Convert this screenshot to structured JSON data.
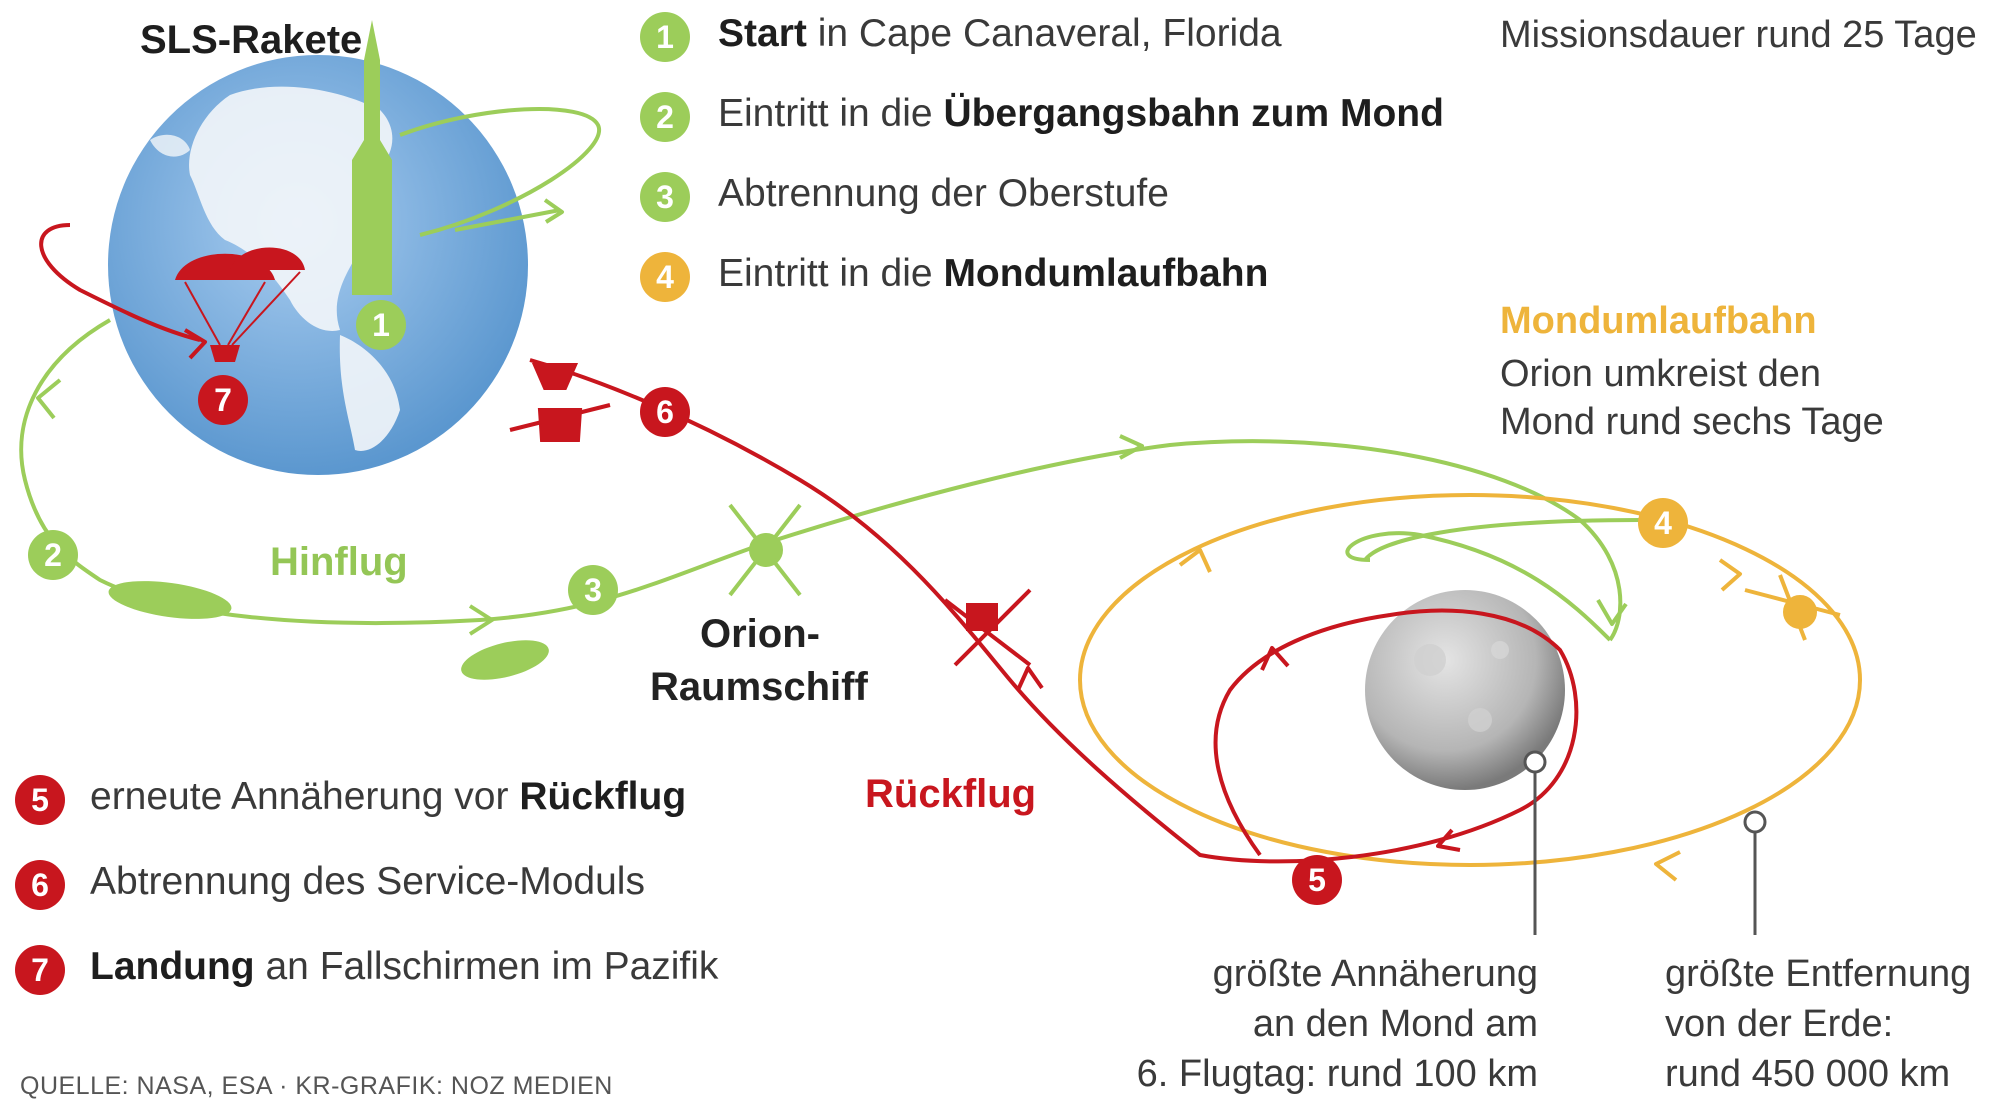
{
  "header": {
    "rocket_label": "SLS-Rakete",
    "mission_duration": "Missionsdauer rund 25 Tage"
  },
  "legend_top": [
    {
      "num": "1",
      "bold_first": true,
      "bold": "Start",
      "text": " in Cape Canaveral, Florida"
    },
    {
      "num": "2",
      "bold_first": false,
      "text": "Eintritt in die ",
      "bold": "Übergangsbahn zum Mond"
    },
    {
      "num": "3",
      "bold_first": false,
      "text": "Abtrennung der Oberstufe",
      "bold": ""
    },
    {
      "num": "4",
      "bold_first": false,
      "text": "Eintritt in die ",
      "bold": "Mondumlaufbahn"
    }
  ],
  "legend_bottom": [
    {
      "num": "5",
      "bold_first": false,
      "text": "erneute Annäherung vor ",
      "bold": "Rückflug"
    },
    {
      "num": "6",
      "bold_first": false,
      "text": "Abtrennung des Service-Moduls",
      "bold": ""
    },
    {
      "num": "7",
      "bold_first": true,
      "bold": "Landung",
      "text": " an Fallschirmen im Pazifik"
    }
  ],
  "labels": {
    "hinflug": "Hinflug",
    "rueckflug": "Rückflug",
    "orion_line1": "Orion-",
    "orion_line2": "Raumschiff",
    "lunar_orbit_title": "Mondumlaufbahn",
    "lunar_orbit_line1": "Orion umkreist den",
    "lunar_orbit_line2": "Mond rund sechs Tage",
    "closest_line1": "größte Annäherung",
    "closest_line2": "an den Mond am",
    "closest_line3": "6. Flugtag: rund 100 km",
    "farthest_line1": "größte Entfernung",
    "farthest_line2": "von der Erde:",
    "farthest_line3": "rund 450 000 km",
    "source": "QUELLE: NASA, ESA · KR-GRAFIK: NOZ MEDIEN"
  },
  "diagram_badges": {
    "b1": "1",
    "b2": "2",
    "b3": "3",
    "b4": "4",
    "b5": "5",
    "b6": "6",
    "b7": "7"
  },
  "colors": {
    "outbound_green": "#9ccd5a",
    "return_red": "#c8161e",
    "orbit_orange": "#eeb43b",
    "earth_blue": "#6fa7d8",
    "moon_gray": "#bcbcbc"
  }
}
